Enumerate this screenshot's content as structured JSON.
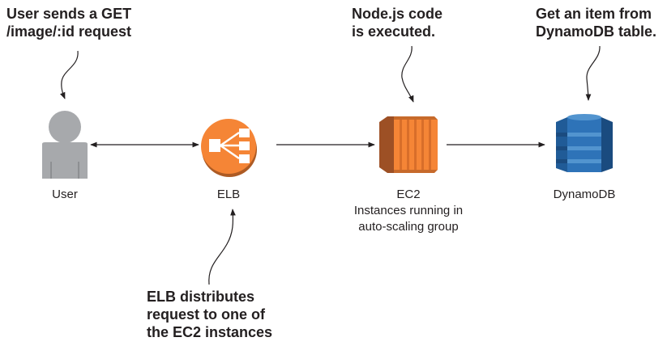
{
  "callouts": {
    "user_request": [
      "User sends a GET",
      "/image/:id request"
    ],
    "node_exec": [
      "Node.js code",
      "is executed."
    ],
    "dynamo_get": [
      "Get an item from",
      "DynamoDB table."
    ],
    "elb_distribute": [
      "ELB distributes",
      "request to one of",
      "the EC2 instances"
    ]
  },
  "nodes": {
    "user": {
      "label": "User",
      "icon": "user-icon"
    },
    "elb": {
      "label": "ELB",
      "icon": "load-balancer-icon"
    },
    "ec2": {
      "label": "EC2",
      "sublabel": [
        "Instances running in",
        "auto-scaling group"
      ],
      "icon": "ec2-instance-icon"
    },
    "dynamodb": {
      "label": "DynamoDB",
      "icon": "dynamodb-icon"
    }
  },
  "colors": {
    "text": "#231f20",
    "arrow": "#231f20",
    "user_gray": "#a7a9ac",
    "elb_orange": "#f58536",
    "ec2_orange": "#f58536",
    "dynamo_blue": "#2e73b8"
  }
}
